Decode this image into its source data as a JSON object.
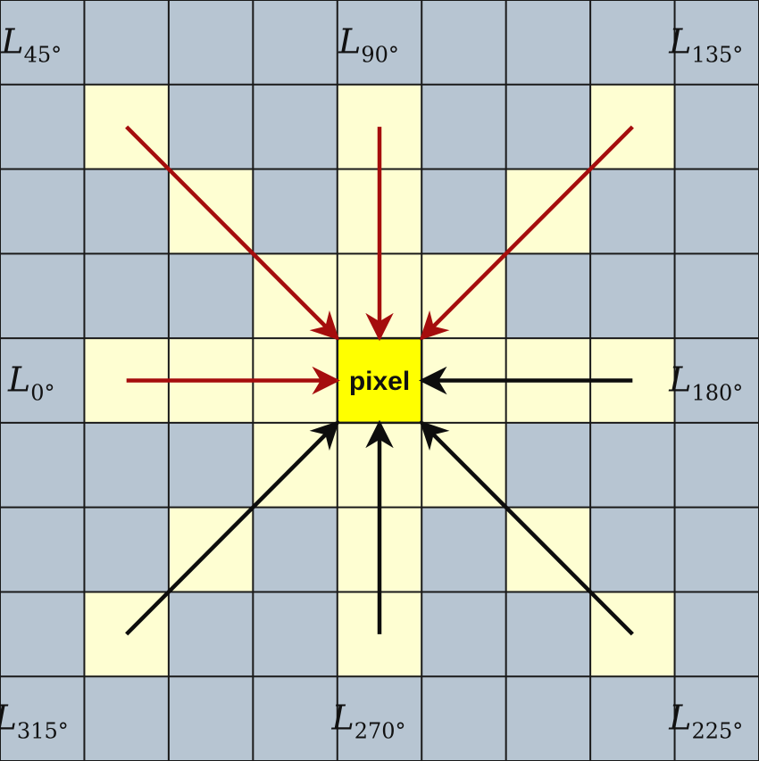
{
  "grid": {
    "rows": 9,
    "cols": 9,
    "base_color": "#b7c5d2",
    "path_color": "#fefed2",
    "center_color": "#ffff00",
    "line_color": "#1a1a1a"
  },
  "center": {
    "text": "pixel"
  },
  "arrow_colors": {
    "red": "#a50d0d",
    "black": "#0d0d0d"
  },
  "directions": [
    {
      "key": "0",
      "label": "L",
      "sub": "0°",
      "color": "red"
    },
    {
      "key": "45",
      "label": "L",
      "sub": "45°",
      "color": "red"
    },
    {
      "key": "90",
      "label": "L",
      "sub": "90°",
      "color": "red"
    },
    {
      "key": "135",
      "label": "L",
      "sub": "135°",
      "color": "red"
    },
    {
      "key": "180",
      "label": "L",
      "sub": "180°",
      "color": "black"
    },
    {
      "key": "225",
      "label": "L",
      "sub": "225°",
      "color": "black"
    },
    {
      "key": "270",
      "label": "L",
      "sub": "270°",
      "color": "black"
    },
    {
      "key": "315",
      "label": "L",
      "sub": "315°",
      "color": "black"
    }
  ]
}
